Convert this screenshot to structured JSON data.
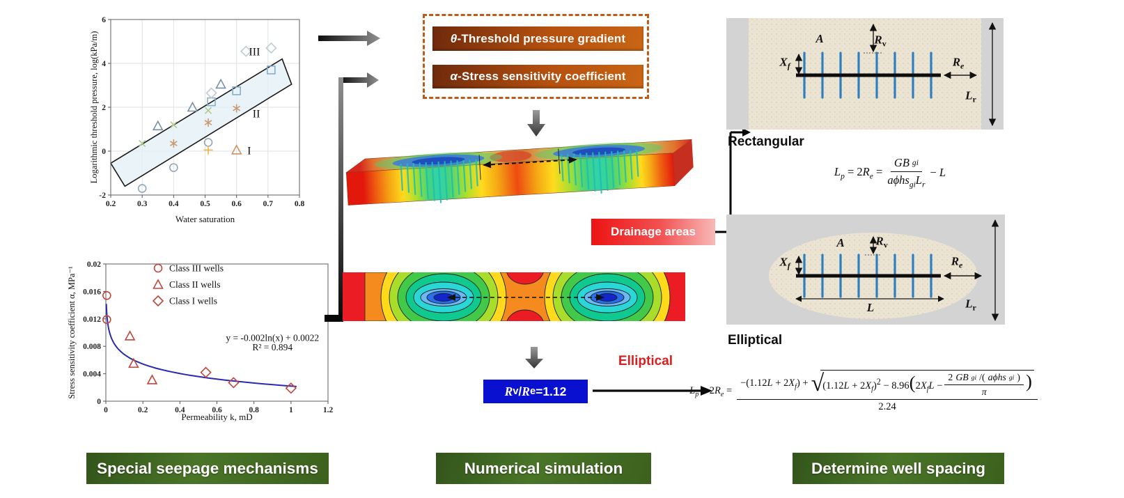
{
  "colors": {
    "banner_green": "#4a7528",
    "param_orange": "#b5500f",
    "param_orange_dark": "#6f2a0c",
    "dashed_border": "#bf5a17",
    "drainage_red": "#ec1313",
    "ratio_blue": "#0a10d0",
    "elliptical_red": "#d91f1f",
    "fracture_blue": "#2e7fc2",
    "curve_blue": "#2a2ab0",
    "marker_red": "#c2453c"
  },
  "figure": {
    "banners": {
      "left": "Special seepage mechanisms",
      "middle": "Numerical simulation",
      "right": "Determine well spacing"
    },
    "params_box": {
      "line1": "<i>θ</i>-Threshold pressure gradient",
      "line2": "<i>α</i>-Stress sensitivity coefficient"
    },
    "drainage_label": "Drainage areas",
    "ratio_box": "<i>R</i><sub>v</sub> / <i>R</i><sub>e</sub>=1.12",
    "elliptical_arrow_label": "Elliptical",
    "rect_title": "Rectangular",
    "ell_title": "Elliptical",
    "diagram_labels": {
      "area": "<i>A</i>",
      "rv": "<i>R</i><sub>v</sub>",
      "xf": "<i>X</i><sub><i>f</i></sub>",
      "re": "<i>R</i><sub><i>e</i></sub>",
      "lr": "<i>L</i><sub>r</sub>",
      "l": "<i>L</i>"
    },
    "equations": {
      "rect": {
        "lhs": "<i>L</i><sub><i>p</i></sub> = 2<i>R</i><sub><i>e</i></sub> =",
        "num": "<i>GB</i><sub><i>gi</i></sub>",
        "den": "<i>aϕhs</i><sub><i>gi</i></sub><i>L</i><sub><i>r</i></sub>",
        "tail": "− <i>L</i>"
      },
      "ell": {
        "lhs": "<i>L</i><sub><i>p</i></sub> = 2<i>R</i><sub><i>e</i></sub> =",
        "num_a": "−(1.12<i>L</i> + 2<i>X</i><sub><i>f</i></sub>) +",
        "rad_a": "(1.12<i>L</i> + 2<i>X</i><sub><i>f</i></sub>)<sup>2</sup> − 8.96<span class='bp'>(</span>2<i>X</i><sub><i>f</i></sub><i>L</i> −",
        "inner_num": "2<i>GB</i><sub><i>gi</i></sub> /(<i>aϕhs</i><sub><i>gi</i></sub>)",
        "inner_den": "<i>π</i>",
        "rad_close": "<span class='bp'>)</span>",
        "den": "2.24"
      }
    }
  },
  "chart_data": [
    {
      "type": "scatter",
      "title": "",
      "xlabel": "Water saturation",
      "ylabel": "Logarithmic  threshold pressure, log(kPa/m)",
      "xlim": [
        0.2,
        0.8
      ],
      "ylim": [
        -2,
        6
      ],
      "xticks": [
        "0.2",
        "0.3",
        "0.4",
        "0.5",
        "0.6",
        "0.7",
        "0.8"
      ],
      "yticks": [
        "-2",
        "0",
        "2",
        "4",
        "6"
      ],
      "grid": true,
      "series": [
        {
          "name": "circle-markers",
          "marker": "circle",
          "color": "#8fa6bd",
          "points": [
            [
              0.3,
              -1.7
            ],
            [
              0.4,
              -0.75
            ],
            [
              0.51,
              0.4
            ]
          ]
        },
        {
          "name": "x-markers",
          "marker": "x",
          "color": "#b3c98c",
          "points": [
            [
              0.3,
              0.35
            ],
            [
              0.4,
              1.2
            ],
            [
              0.51,
              1.85
            ]
          ]
        },
        {
          "name": "asterisk-markers",
          "marker": "asterisk",
          "color": "#c79a74",
          "points": [
            [
              0.4,
              0.35
            ],
            [
              0.51,
              1.3
            ],
            [
              0.6,
              1.95
            ]
          ]
        },
        {
          "name": "plus-markers",
          "marker": "plus",
          "color": "#f0b54a",
          "points": [
            [
              0.51,
              0.05
            ]
          ]
        },
        {
          "name": "triangle-markers",
          "marker": "triangle",
          "color": "#78909f",
          "points": [
            [
              0.35,
              1.15
            ],
            [
              0.46,
              2.0
            ],
            [
              0.55,
              3.05
            ]
          ]
        },
        {
          "name": "triangle-class1",
          "marker": "triangle",
          "color": "#cd9466",
          "points": [
            [
              0.6,
              0.05
            ]
          ]
        },
        {
          "name": "square-markers",
          "marker": "square",
          "color": "#86aecd",
          "points": [
            [
              0.52,
              2.25
            ],
            [
              0.6,
              2.75
            ],
            [
              0.71,
              3.7
            ]
          ]
        },
        {
          "name": "diamond-markers",
          "marker": "diamond",
          "color": "#bfcad3",
          "points": [
            [
              0.52,
              2.65
            ],
            [
              0.63,
              4.55
            ],
            [
              0.71,
              4.7
            ]
          ]
        }
      ],
      "band": {
        "points": [
          [
            0.2,
            -0.55
          ],
          [
            0.245,
            -1.6
          ],
          [
            0.775,
            3.05
          ],
          [
            0.745,
            4.2
          ]
        ],
        "fill": "#e3f0f6",
        "stroke": "#1a1a1a"
      },
      "annotations": [
        {
          "x": 0.64,
          "y": 0.02,
          "text": "I"
        },
        {
          "x": 0.663,
          "y": 1.7,
          "text": "II"
        },
        {
          "x": 0.657,
          "y": 4.52,
          "text": "III"
        }
      ]
    },
    {
      "type": "scatter",
      "title": "",
      "xlabel": "Permeability k,  mD",
      "ylabel": "Stress sensitivity coefficient α, MPa⁻¹",
      "xlim": [
        0,
        1.2
      ],
      "ylim": [
        0,
        0.02
      ],
      "xticks": [
        "0",
        "0.2",
        "0.4",
        "0.6",
        "0.8",
        "1",
        "1.2"
      ],
      "yticks": [
        "0",
        "0.004",
        "0.008",
        "0.012",
        "0.016",
        "0.02"
      ],
      "grid": false,
      "series": [
        {
          "name": "Class III wells",
          "marker": "circle",
          "color": "#c2453c",
          "points": [
            [
              0.005,
              0.0154
            ],
            [
              0.005,
              0.0119
            ]
          ]
        },
        {
          "name": "Class II wells",
          "marker": "triangle",
          "color": "#c2453c",
          "points": [
            [
              0.13,
              0.0095
            ],
            [
              0.15,
              0.0055
            ],
            [
              0.25,
              0.0031
            ]
          ]
        },
        {
          "name": "Class I wells",
          "marker": "diamond",
          "color": "#c2453c",
          "points": [
            [
              0.54,
              0.0042
            ],
            [
              0.69,
              0.0027
            ],
            [
              1.0,
              0.0019
            ]
          ]
        }
      ],
      "legend": {
        "entries": [
          {
            "marker": "circle",
            "label": "Class III wells"
          },
          {
            "marker": "triangle",
            "label": "Class II wells"
          },
          {
            "marker": "diamond",
            "label": "Class I wells"
          }
        ]
      },
      "curve": {
        "type": "log",
        "a": -0.002,
        "b": 0.0022,
        "xrange": [
          0.0025,
          1.03
        ],
        "color": "#2a2ab0",
        "label": "y = -0.002ln(x) + 0.0022",
        "r2": "R² = 0.894"
      },
      "annotations": [
        {
          "x": 0.9,
          "y": 0.0093,
          "text": "y = -0.002ln(x) + 0.0022"
        },
        {
          "x": 0.9,
          "y": 0.0079,
          "text": "R² = 0.894"
        }
      ]
    }
  ]
}
